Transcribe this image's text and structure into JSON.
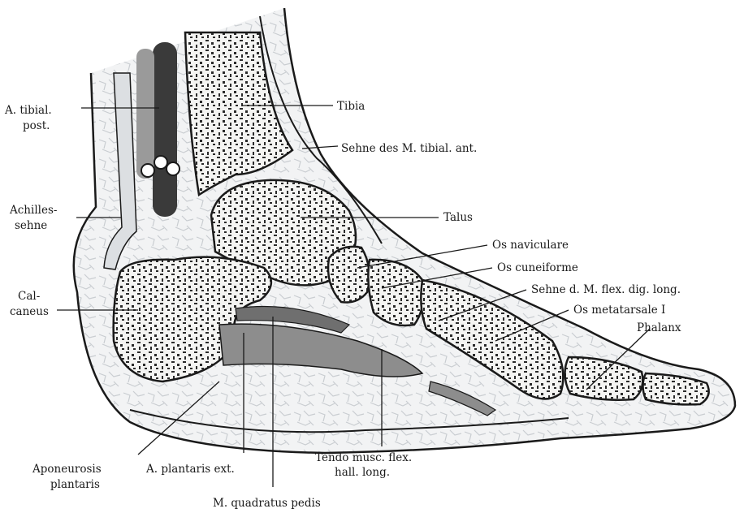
{
  "labels": {
    "a_tibial_post_1": "A. tibial.",
    "a_tibial_post_2": "post.",
    "tibia": "Tibia",
    "sehne_tibial_ant": "Sehne des M. tibial. ant.",
    "achilles_1": "Achilles-",
    "achilles_2": "sehne",
    "talus": "Talus",
    "os_naviculare": "Os naviculare",
    "os_cuneiforme": "Os cuneiforme",
    "sehne_flex_dig": "Sehne d. M. flex. dig. long.",
    "os_metatarsale": "Os metatarsale I",
    "phalanx": "Phalanx",
    "calcaneus_1": "Cal-",
    "calcaneus_2": "caneus",
    "aponeurosis_1": "Aponeurosis",
    "aponeurosis_2": "plantaris",
    "a_plantaris_ext": "A. plantaris ext.",
    "tendo_flex_hall_1": "Tendo musc. flex.",
    "tendo_flex_hall_2": "hall. long.",
    "m_quadratus_pedis": "M. quadratus pedis"
  },
  "colors": {
    "ink": "#1a1a1a",
    "bone": "#f4f4f2",
    "bone_speckle": "#2a2a2a",
    "fat": "#e6e8ea",
    "muscle": "#8d8d8d",
    "artery_dark": "#3a3a3a"
  }
}
